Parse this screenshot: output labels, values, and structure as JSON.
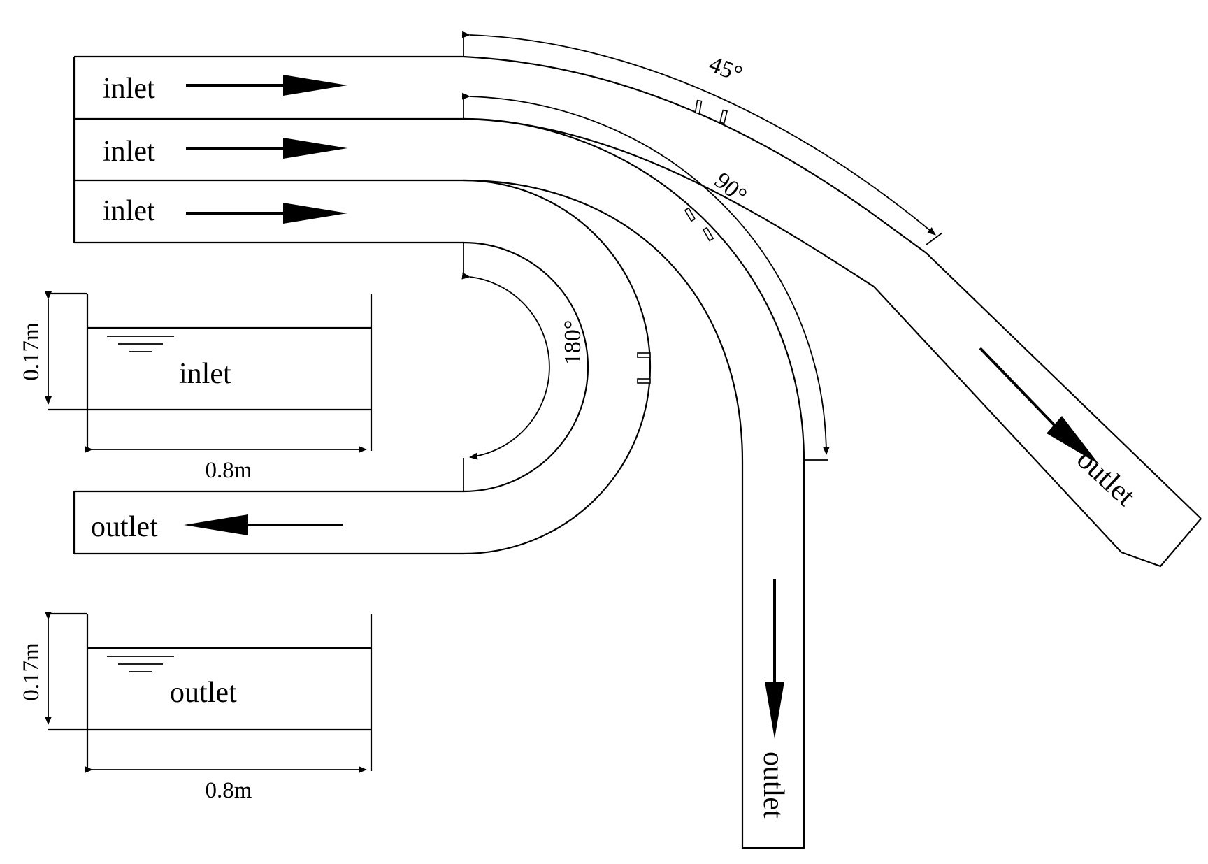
{
  "flow": {
    "inlet_label": "inlet",
    "outlet_label": "outlet"
  },
  "angles": {
    "a45": "45°",
    "a90": "90°",
    "a180": "180°"
  },
  "sections": {
    "inlet": {
      "label": "inlet",
      "height": "0.17m",
      "width": "0.8m"
    },
    "outlet": {
      "label": "outlet",
      "height": "0.17m",
      "width": "0.8m"
    }
  },
  "colors": {
    "stroke": "#000000",
    "background": "#ffffff"
  }
}
